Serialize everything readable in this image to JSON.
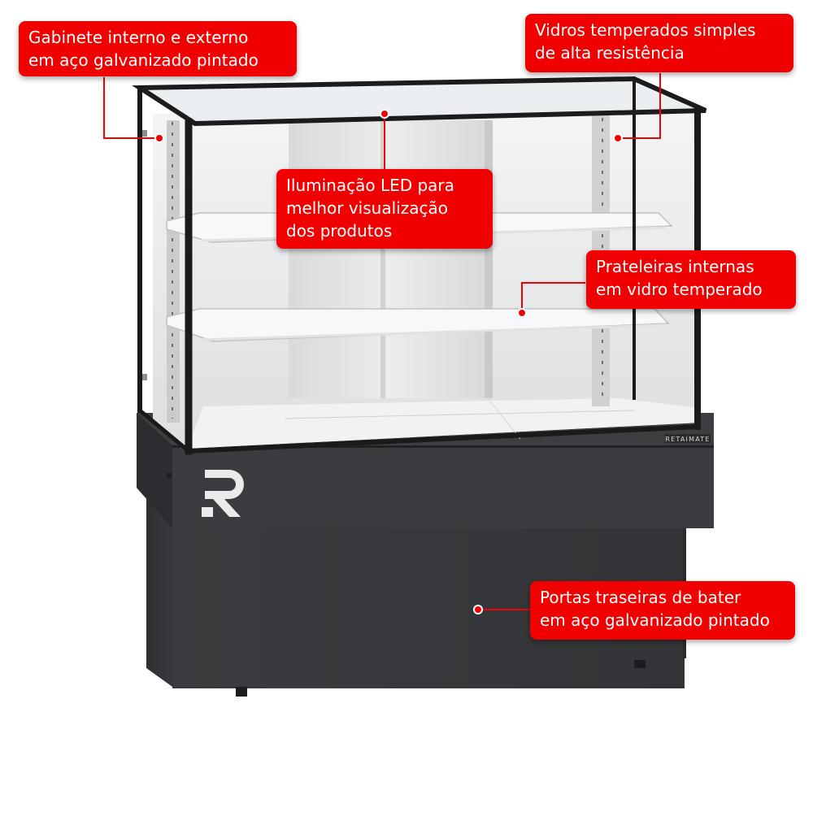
{
  "colors": {
    "callout_bg": "#f00000",
    "callout_text": "#ffffff",
    "cabinet_body": "#3a3b3e",
    "frame": "#1a1a1a",
    "interior": "#e8e9ea"
  },
  "brand": {
    "plate_text": "RETAIMATE",
    "logo_icon": "r-logo-icon"
  },
  "callouts": {
    "gabinete": {
      "line1": "Gabinete interno e externo",
      "line2": "em aço galvanizado pintado"
    },
    "vidros": {
      "line1": "Vidros temperados simples",
      "line2": "de alta resistência"
    },
    "led": {
      "line1": "Iluminação LED para",
      "line2": "melhor visualização",
      "line3": "dos produtos"
    },
    "prateleiras": {
      "line1": "Prateleiras internas",
      "line2": "em vidro temperado"
    },
    "portas": {
      "line1": "Portas traseiras de bater",
      "line2": "em aço galvanizado pintado"
    }
  }
}
